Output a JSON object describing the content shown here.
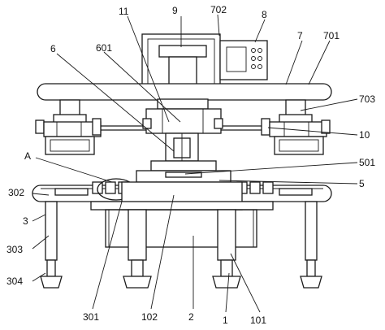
{
  "labels": {
    "l1": "1",
    "l2": "2",
    "l3": "3",
    "l5": "5",
    "l6": "6",
    "l7": "7",
    "l8": "8",
    "l9": "9",
    "l10": "10",
    "l11": "11",
    "l101": "101",
    "l102": "102",
    "l301": "301",
    "l302": "302",
    "l303": "303",
    "l304": "304",
    "l501": "501",
    "l601": "601",
    "l701": "701",
    "l702": "702",
    "l703": "703",
    "lA": "A"
  }
}
